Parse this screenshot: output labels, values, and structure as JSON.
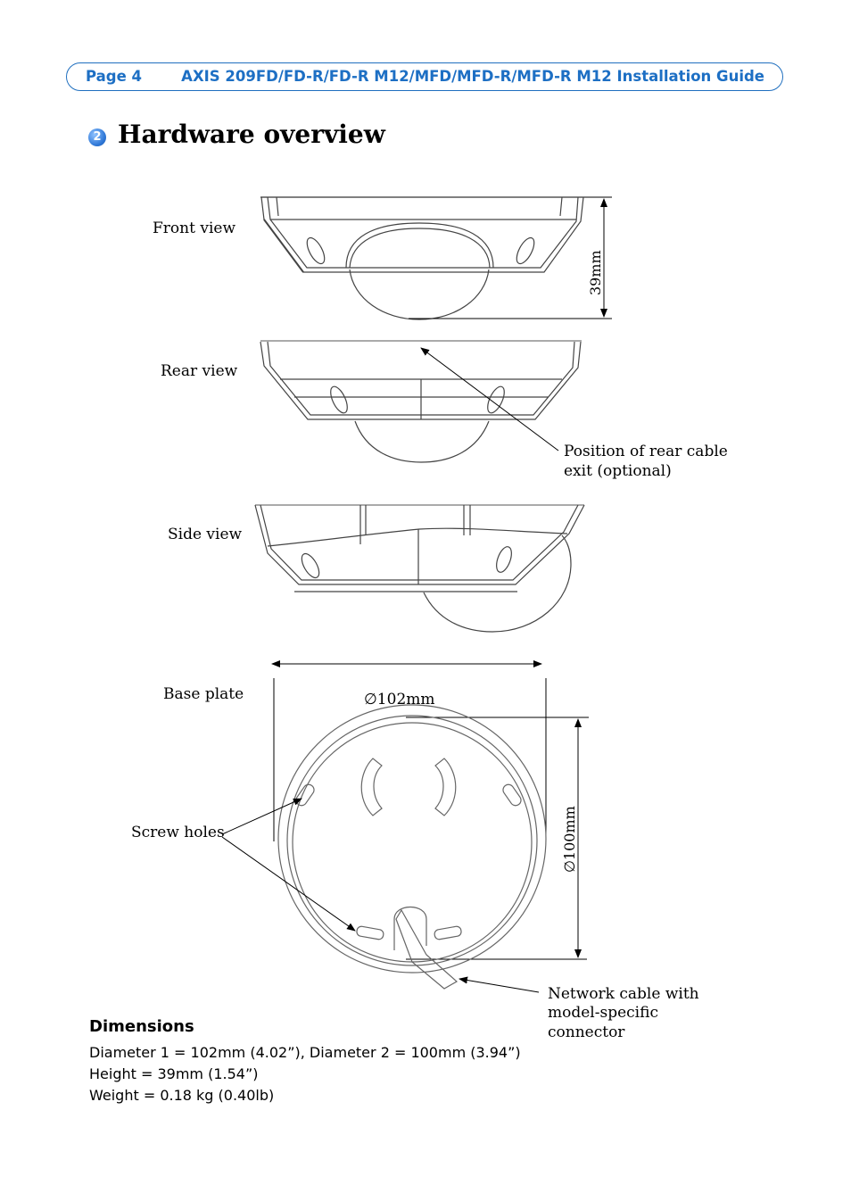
{
  "header": {
    "page": "Page 4",
    "title": "AXIS 209FD/FD-R/FD-R M12/MFD/MFD-R/MFD-R M12 Installation Guide"
  },
  "section": {
    "number": "2",
    "title": "Hardware overview"
  },
  "labels": {
    "front_view": "Front view",
    "rear_view": "Rear view",
    "side_view": "Side view",
    "base_plate": "Base plate",
    "screw_holes": "Screw holes",
    "rear_cable": [
      "Position of rear cable",
      "exit (optional)"
    ],
    "network_cable": [
      "Network cable with",
      "model-specific",
      "connector"
    ],
    "height_dim": "39mm",
    "diameter1": "∅102mm",
    "diameter2": "∅100mm"
  },
  "dimensions": {
    "title": "Dimensions",
    "lines": [
      "Diameter 1 = 102mm (4.02”), Diameter 2 = 100mm (3.94”)",
      "Height = 39mm (1.54”)",
      "Weight = 0.18 kg (0.40lb)"
    ]
  },
  "colors": {
    "accent": "#1d6fc4",
    "line": "#3a3a3a"
  }
}
